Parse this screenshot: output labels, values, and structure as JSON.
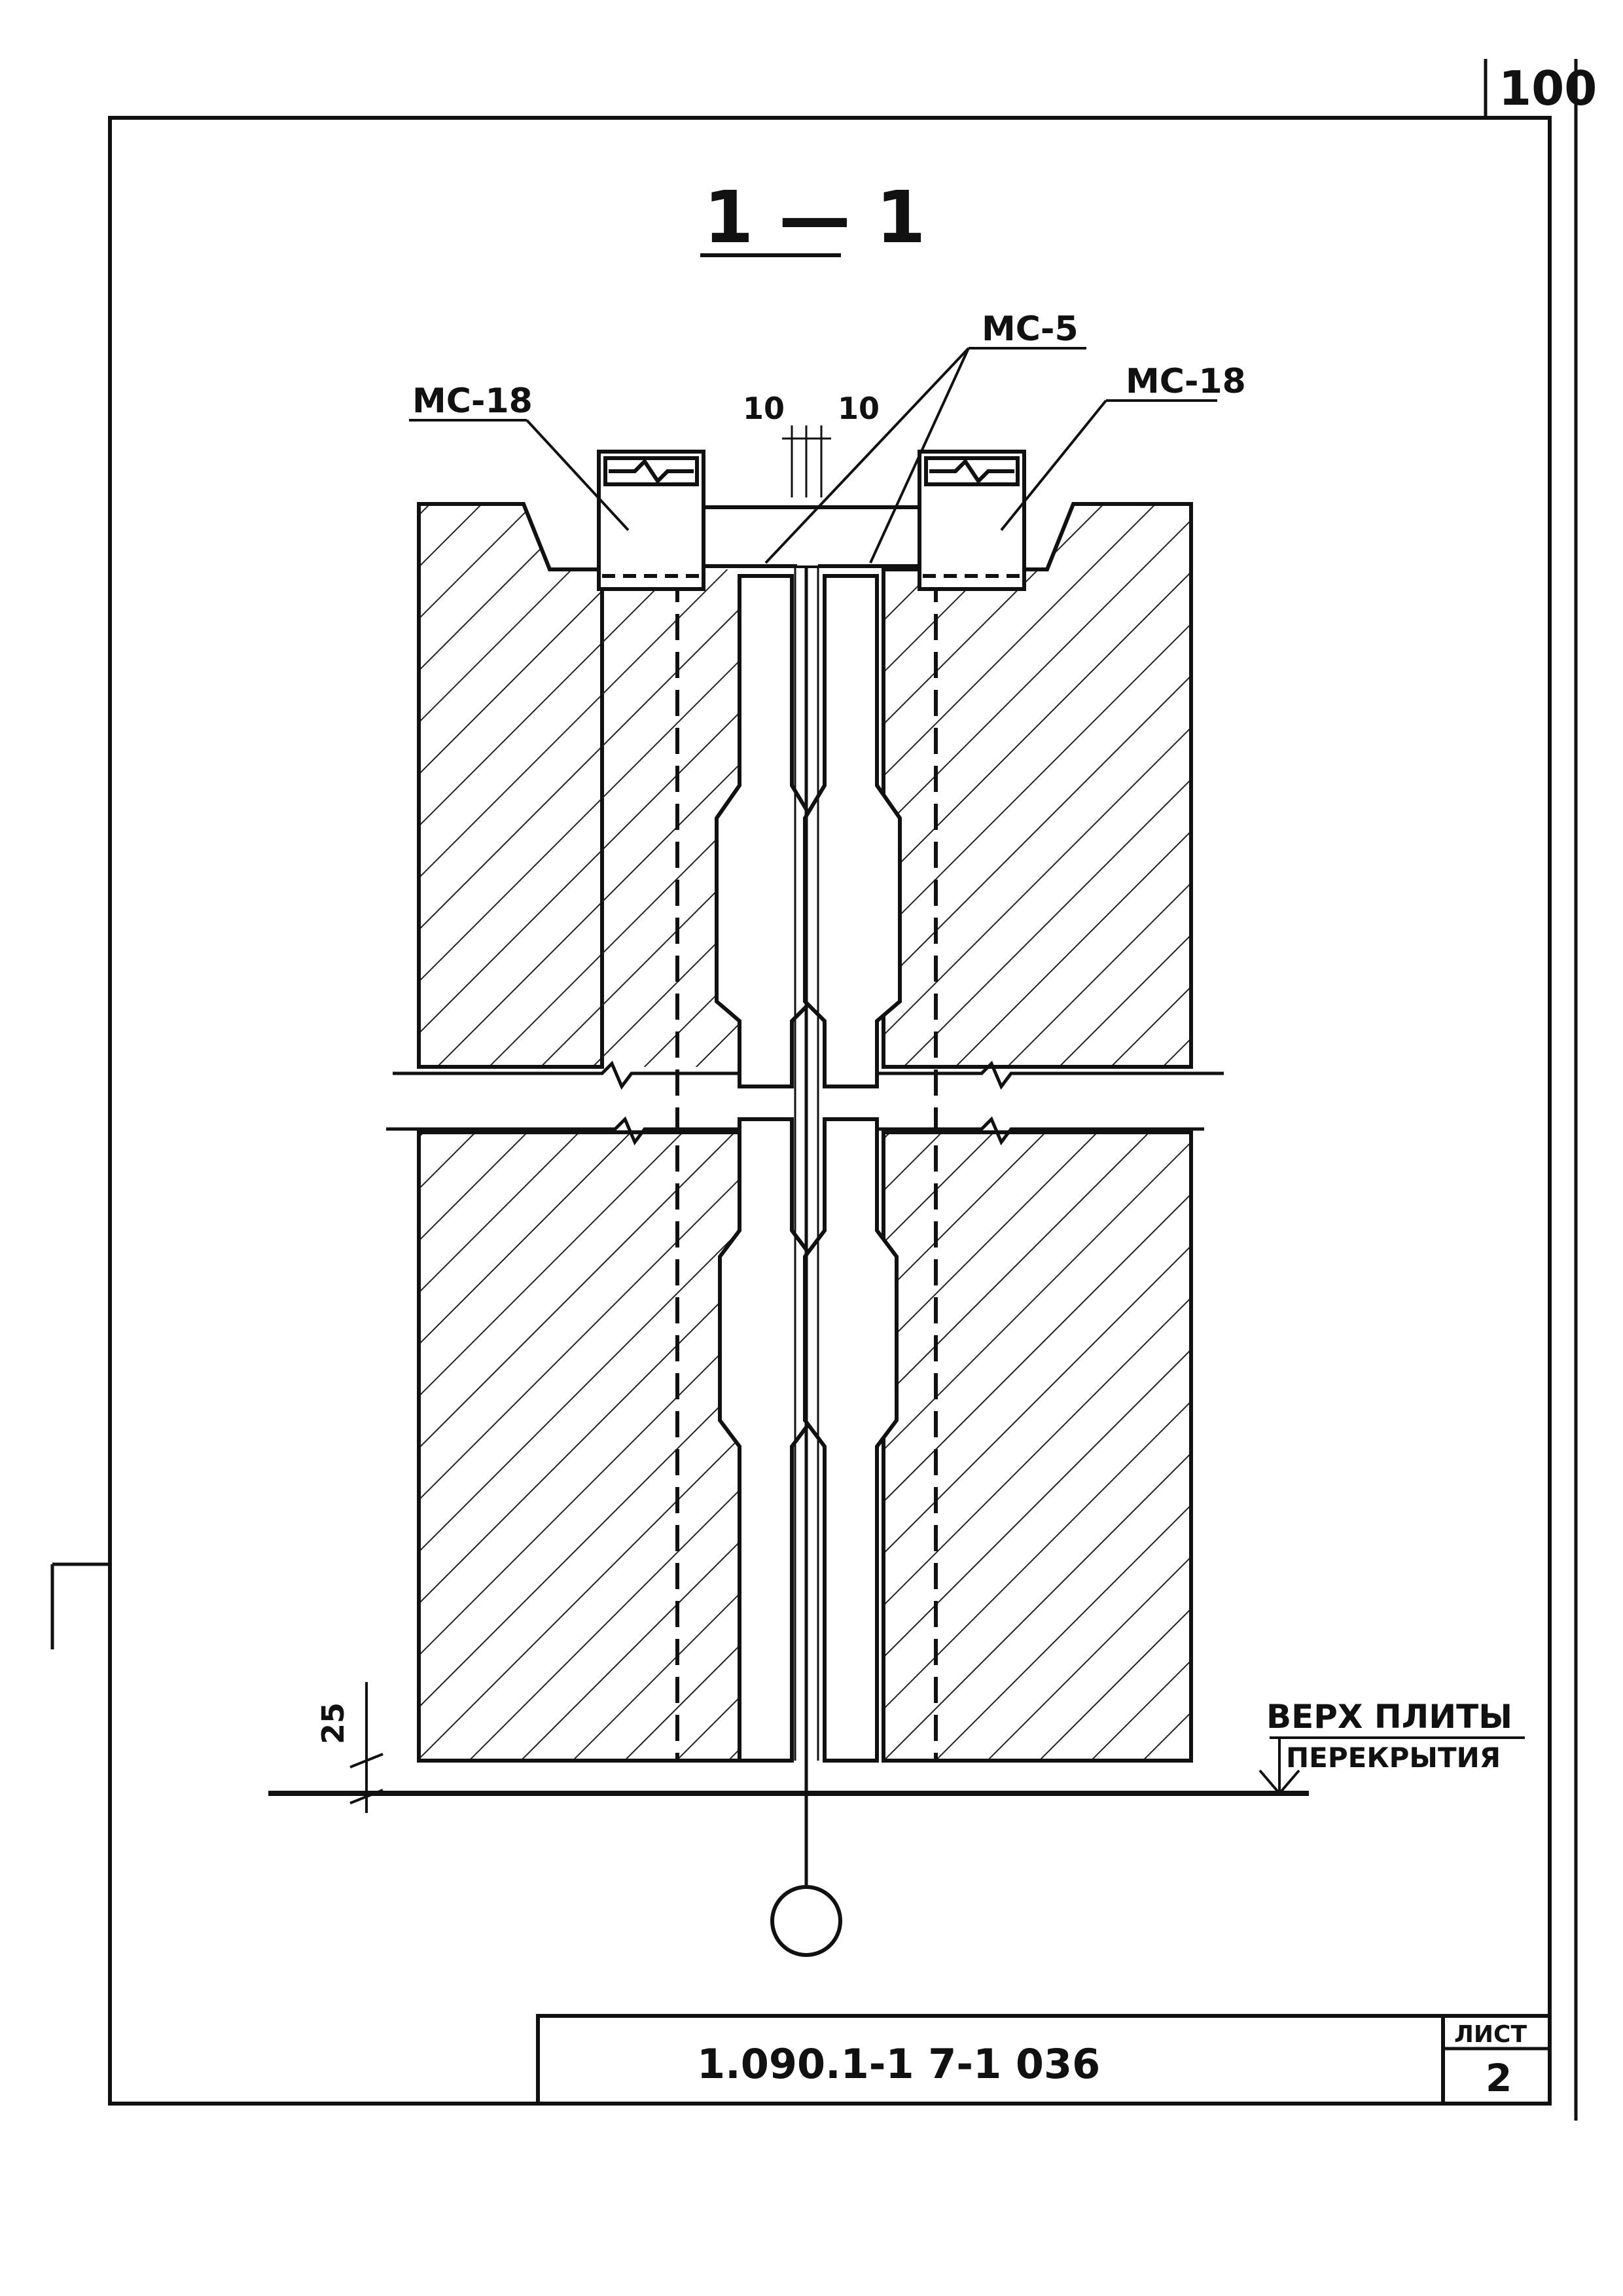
{
  "page_number": "100",
  "section_title": "1 — 1",
  "labels": {
    "mc18_left": "МС-18",
    "mc18_right": "МС-18",
    "mc5": "МС-5",
    "dim_10_left": "10",
    "dim_10_right": "10",
    "dim_25": "25",
    "level_line1": "ВЕРХ ПЛИТЫ",
    "level_line2": "ПЕРЕКРЫТИЯ"
  },
  "title_block": {
    "doc_code": "1.090.1-1 7-1 036",
    "sheet_label": "ЛИСТ",
    "sheet_number": "2"
  }
}
